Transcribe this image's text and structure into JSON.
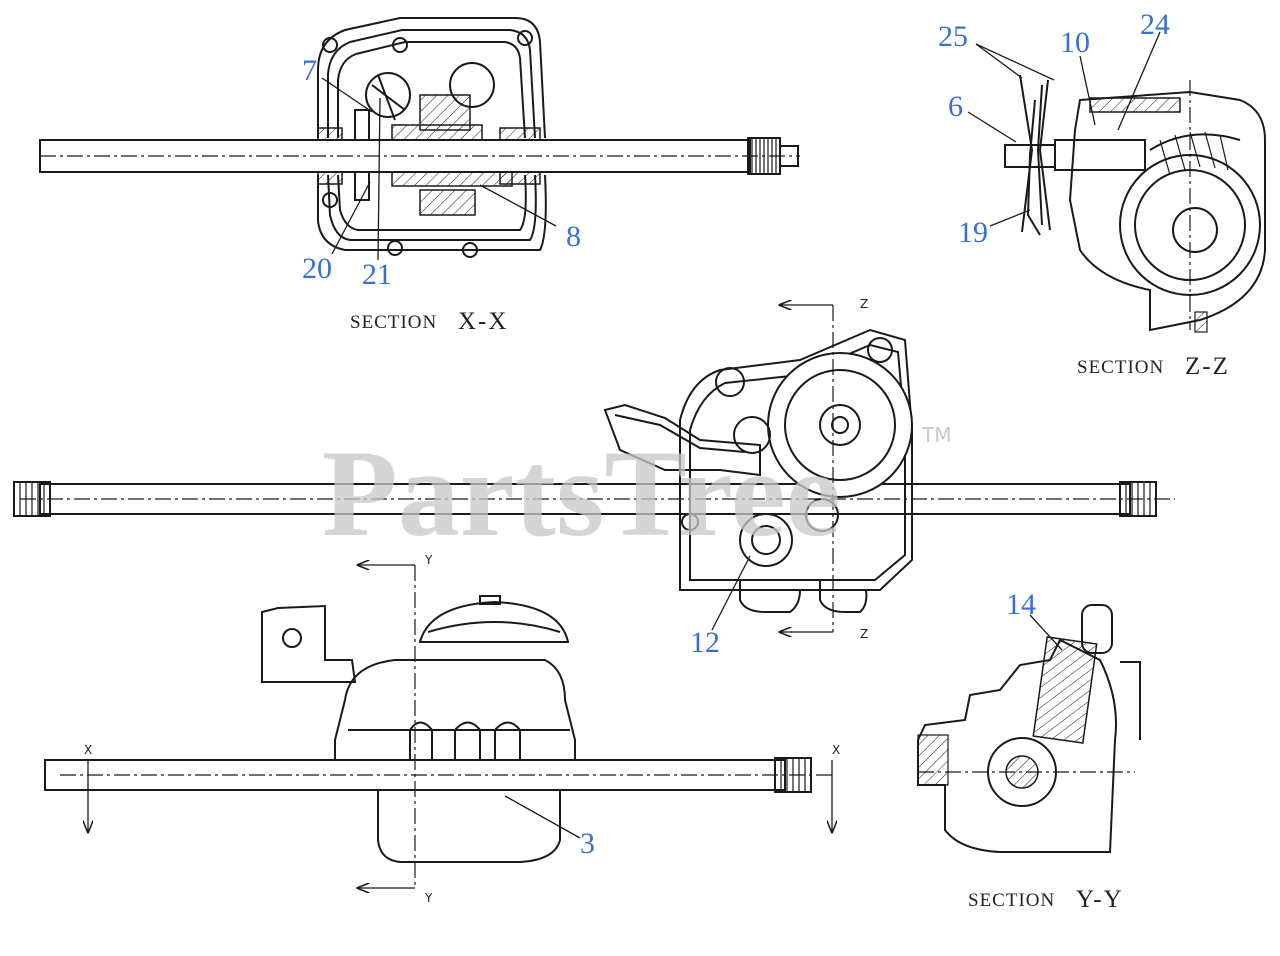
{
  "callouts": {
    "c7": "7",
    "c8": "8",
    "c20": "20",
    "c21": "21",
    "c25": "25",
    "c10": "10",
    "c24": "24",
    "c6": "6",
    "c19": "19",
    "c12": "12",
    "c14": "14",
    "c3": "3"
  },
  "sections": {
    "xx_word": "SECTION",
    "xx_letters": "X-X",
    "zz_word": "SECTION",
    "zz_letters": "Z-Z",
    "yy_word": "SECTION",
    "yy_letters": "Y-Y"
  },
  "axis_labels": {
    "z_top": "Z",
    "z_bottom": "Z",
    "y_top": "Y",
    "y_bottom": "Y",
    "x_left": "X",
    "x_right": "X"
  },
  "watermark": {
    "text": "PartsTree",
    "trademark": "TM"
  },
  "colors": {
    "callout": "#3a6fd1",
    "line": "#1a1a1a",
    "watermark": "#c8c8c8"
  }
}
